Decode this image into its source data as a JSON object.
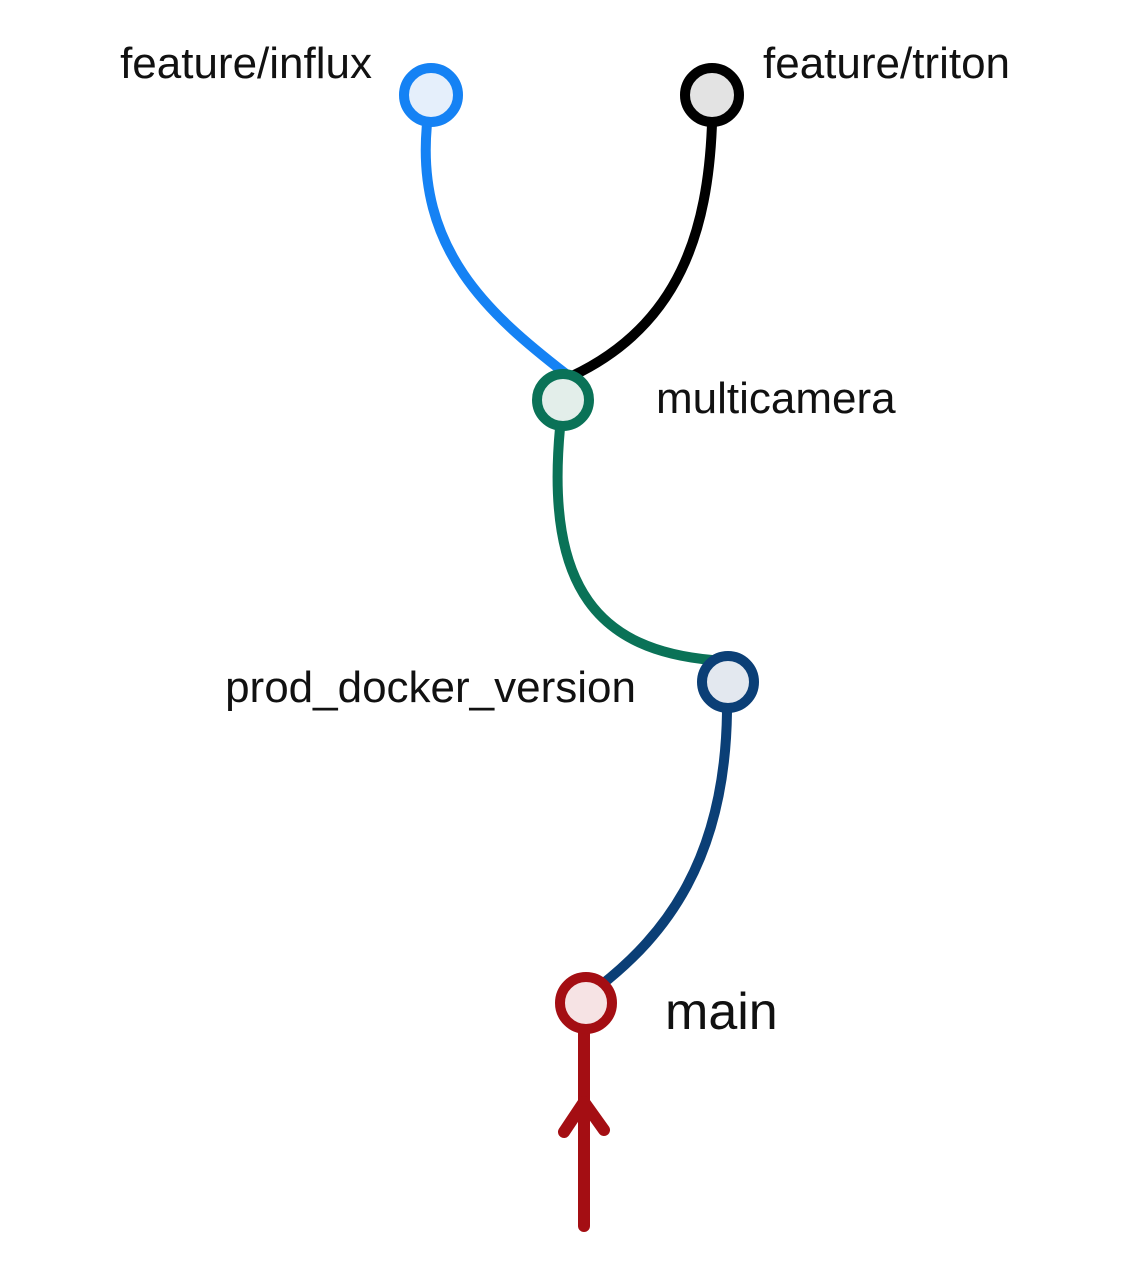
{
  "diagram": {
    "type": "git-branch-graph",
    "nodes": [
      {
        "id": "main",
        "label": "main",
        "color": "#a40e13",
        "fill": "#f6e3e4"
      },
      {
        "id": "prod_docker_version",
        "label": "prod_docker_version",
        "color": "#0b3f76",
        "fill": "#e3e8ef"
      },
      {
        "id": "multicamera",
        "label": "multicamera",
        "color": "#0a7257",
        "fill": "#e3eeea"
      },
      {
        "id": "feature_influx",
        "label": "feature/influx",
        "color": "#1582f4",
        "fill": "#e5effb"
      },
      {
        "id": "feature_triton",
        "label": "feature/triton",
        "color": "#000000",
        "fill": "#e3e3e3"
      }
    ],
    "edges": [
      {
        "from": "main",
        "to": "prod_docker_version",
        "color": "#0b3f76"
      },
      {
        "from": "prod_docker_version",
        "to": "multicamera",
        "color": "#0a7257"
      },
      {
        "from": "multicamera",
        "to": "feature_influx",
        "color": "#1582f4"
      },
      {
        "from": "multicamera",
        "to": "feature_triton",
        "color": "#000000"
      }
    ],
    "entry_arrow": {
      "direction": "up",
      "into": "main",
      "color": "#a40e13"
    }
  }
}
